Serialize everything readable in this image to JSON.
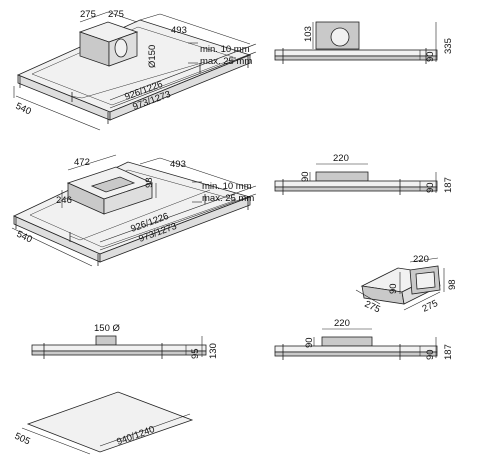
{
  "views": {
    "top_left_iso": {
      "duct_width_a": "275",
      "duct_width_b": "275",
      "depth": "493",
      "round_outlet": "Ø150",
      "gap_min": "min. 10 mm",
      "gap_max": "max. 25 mm",
      "inner_length": "926/1226",
      "outer_length": "973/1273",
      "width": "540"
    },
    "top_right_side": {
      "box_height": "103",
      "body_height": "90",
      "total_height": "335"
    },
    "mid_left_iso": {
      "box_length": "472",
      "box_height": "98",
      "box_depth": "246",
      "depth": "493",
      "gap_min": "min. 10 mm",
      "gap_max": "max. 25 mm",
      "inner_length": "926/1226",
      "outer_length": "973/1273",
      "width": "540"
    },
    "mid_right_side": {
      "box_width": "220",
      "box_height": "90",
      "body_height": "90",
      "total_height": "187"
    },
    "adapter_iso": {
      "width": "220",
      "height": "98",
      "side_height": "90",
      "depth_a": "275",
      "depth_b": "275"
    },
    "low_left_side": {
      "outlet": "150 Ø",
      "body_height": "95",
      "total_height": "130"
    },
    "low_right_side": {
      "box_width": "220",
      "box_height": "90",
      "body_height": "90",
      "total_height": "187"
    },
    "cutout": {
      "width": "505",
      "length": "940/1240"
    }
  }
}
